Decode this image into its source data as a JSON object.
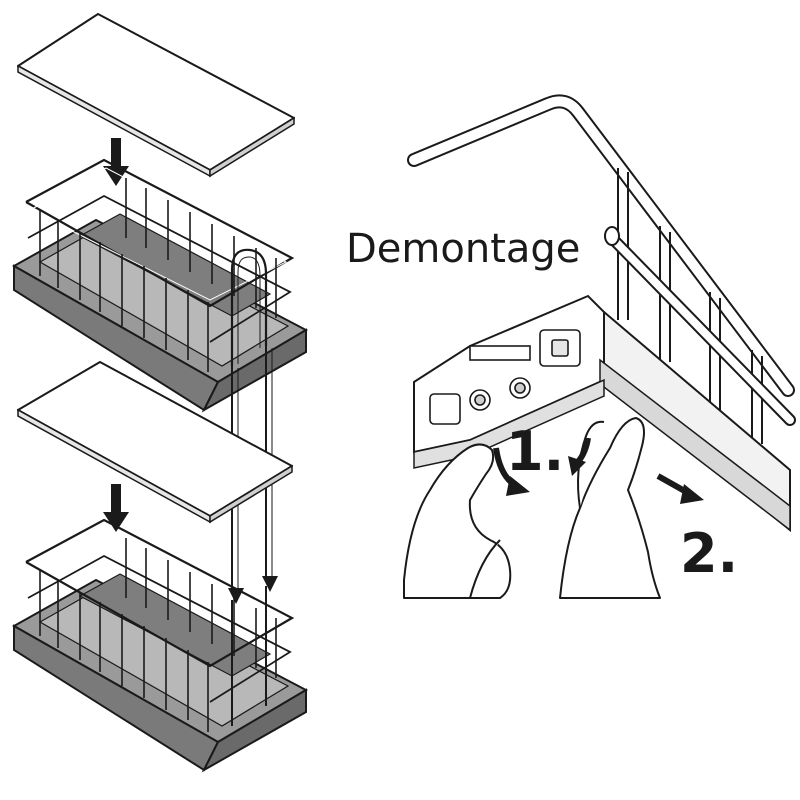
{
  "labels": {
    "title": "Demontage",
    "step1": "1.",
    "step2": "2."
  },
  "colors": {
    "ink": "#1a1a1a",
    "shelf_base": "#8c8c8c",
    "shelf_base_dark": "#5e5e5e",
    "insert_strip": "#7a7a7a",
    "panel_fill": "#ffffff",
    "rail_shade": "#e6e6e6",
    "rail_inner": "#c8c8c8"
  },
  "icons": [
    "down-arrow-icon",
    "hand-icon",
    "curved-arrow-icon"
  ]
}
